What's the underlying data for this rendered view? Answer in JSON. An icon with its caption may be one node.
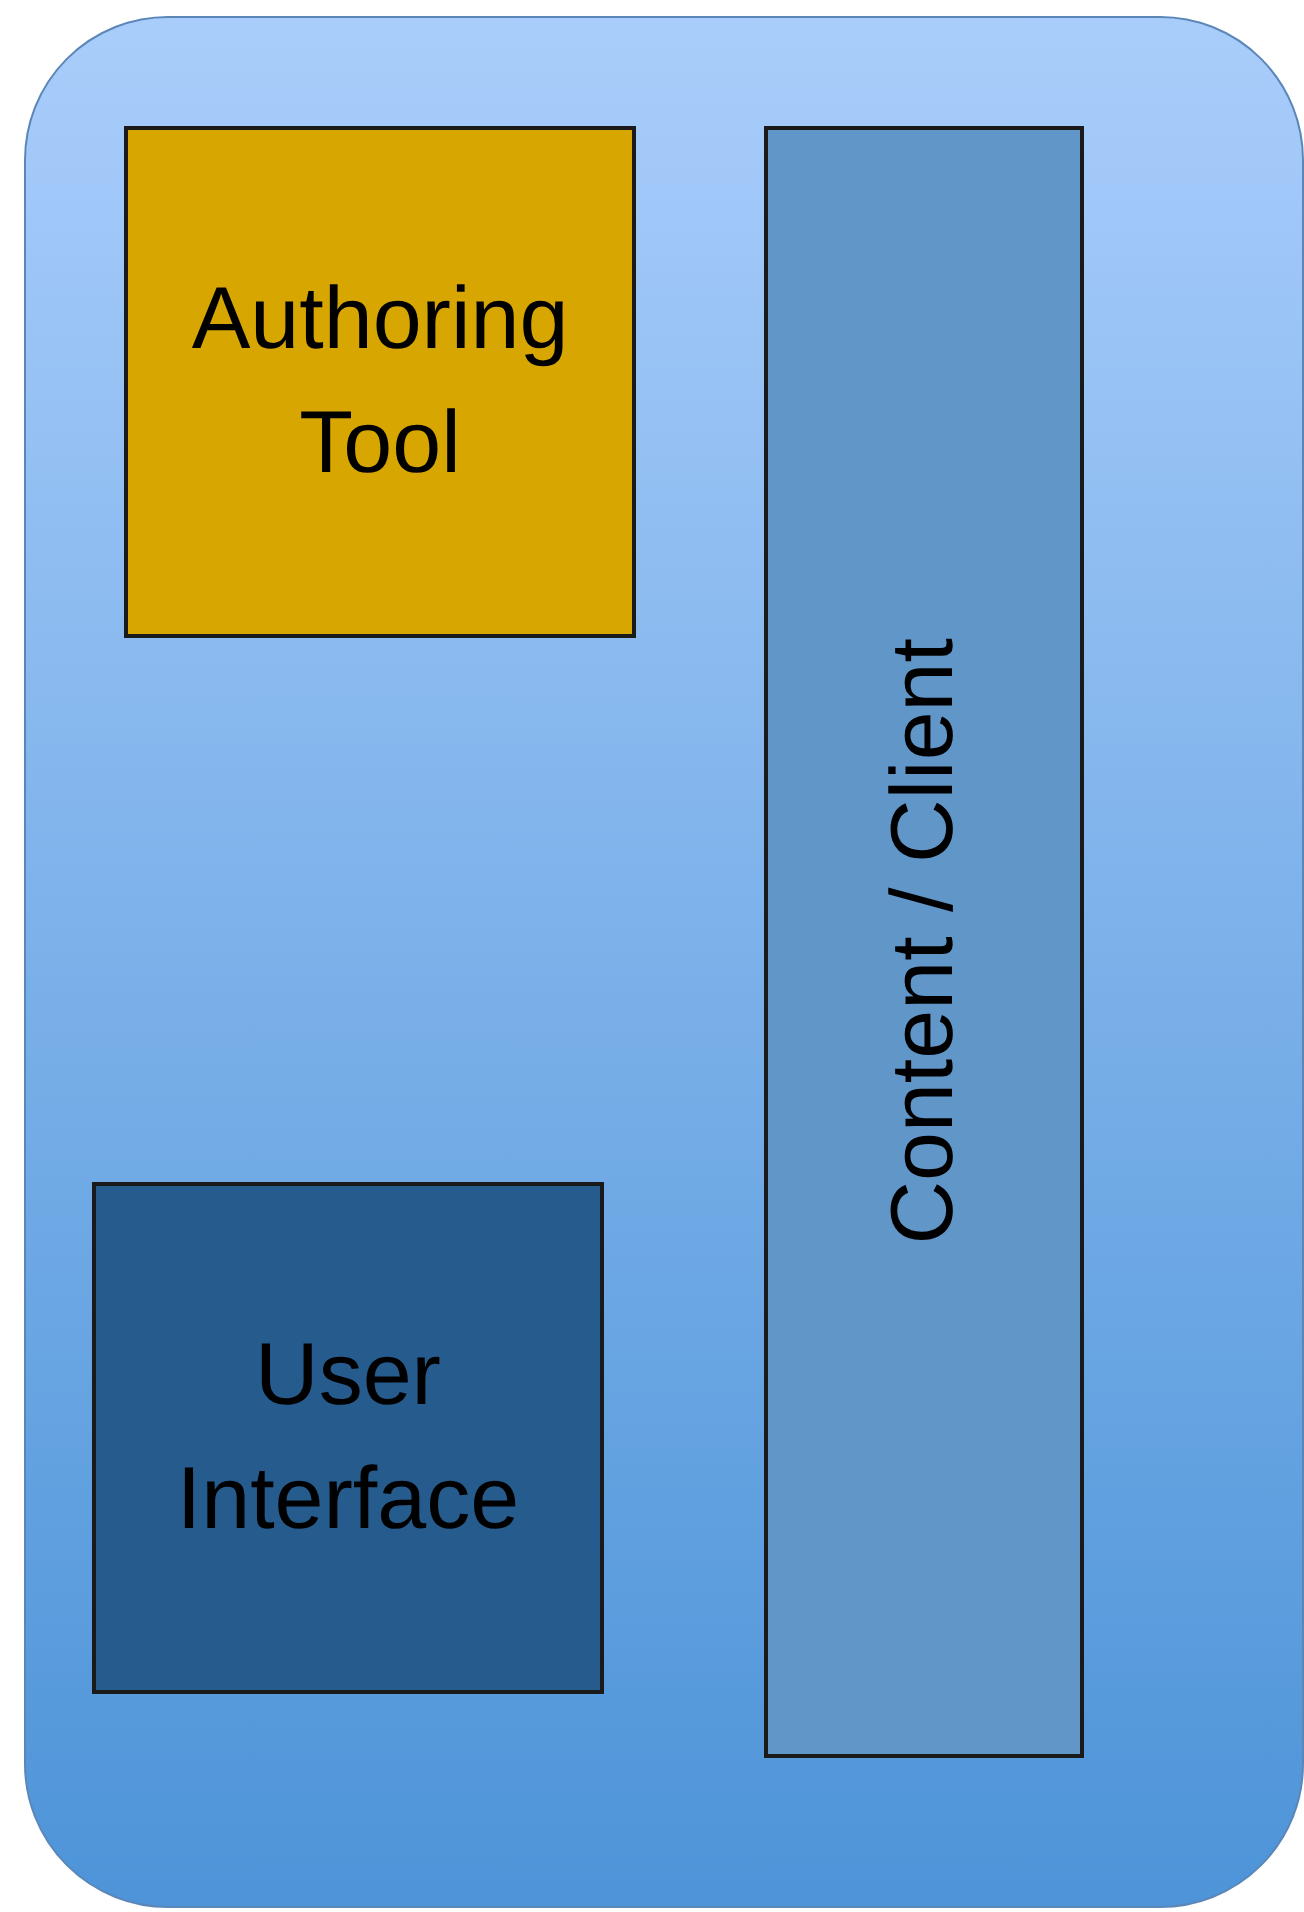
{
  "diagram": {
    "nodes": [
      {
        "text": [],
        "shape": "box"
      },
      {
        "text": [
          "Authoring Tool"
        ],
        "in": 0
      },
      {
        "text": [
          "Content / Client"
        ],
        "in": 0
      },
      {
        "text": [
          "User Interface"
        ],
        "in": 0
      }
    ]
  }
}
